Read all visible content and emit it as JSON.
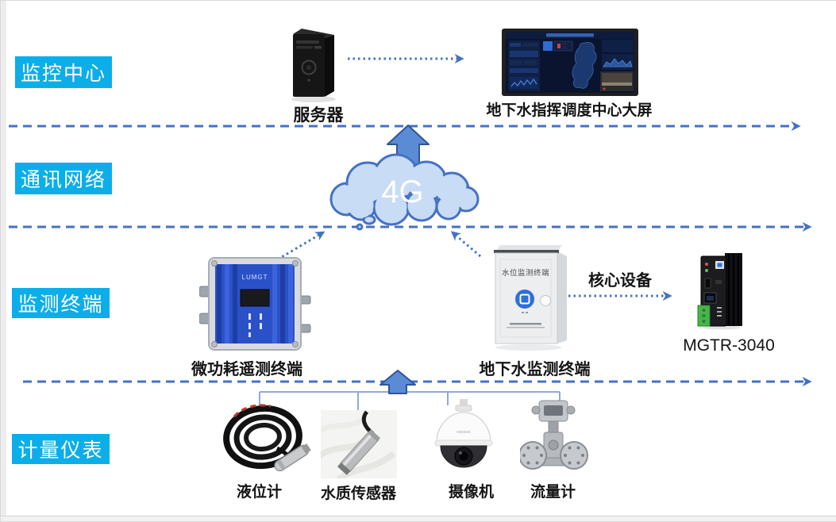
{
  "layers": [
    {
      "label": "监控中心"
    },
    {
      "label": "通讯网络"
    },
    {
      "label": "监测终端"
    },
    {
      "label": "计量仪表"
    }
  ],
  "monitoring_center": {
    "server_label": "服务器",
    "big_screen_label": "地下水指挥调度中心大屏"
  },
  "network": {
    "cloud_label": "4G"
  },
  "terminals": {
    "telemetry_label": "微功耗遥测终端",
    "telemetry_brand": "LUMGT",
    "cabinet_panel_text": "水位监测终端",
    "groundwater_label": "地下水监测终端",
    "core_device_label": "核心设备",
    "rtu_label": "MGTR-3040"
  },
  "instruments": [
    {
      "label": "液位计"
    },
    {
      "label": "水质传感器"
    },
    {
      "label": "摄像机"
    },
    {
      "label": "流量计"
    }
  ],
  "colors": {
    "layer_badge": "#0BAEE8",
    "connector_blue": "#4472C4",
    "cloud_fill": "#C9DCF5",
    "fat_arrow_fill": "#5B8BD5",
    "fat_arrow_stroke": "#2F5597",
    "bracket_blue": "#8FAADC"
  }
}
